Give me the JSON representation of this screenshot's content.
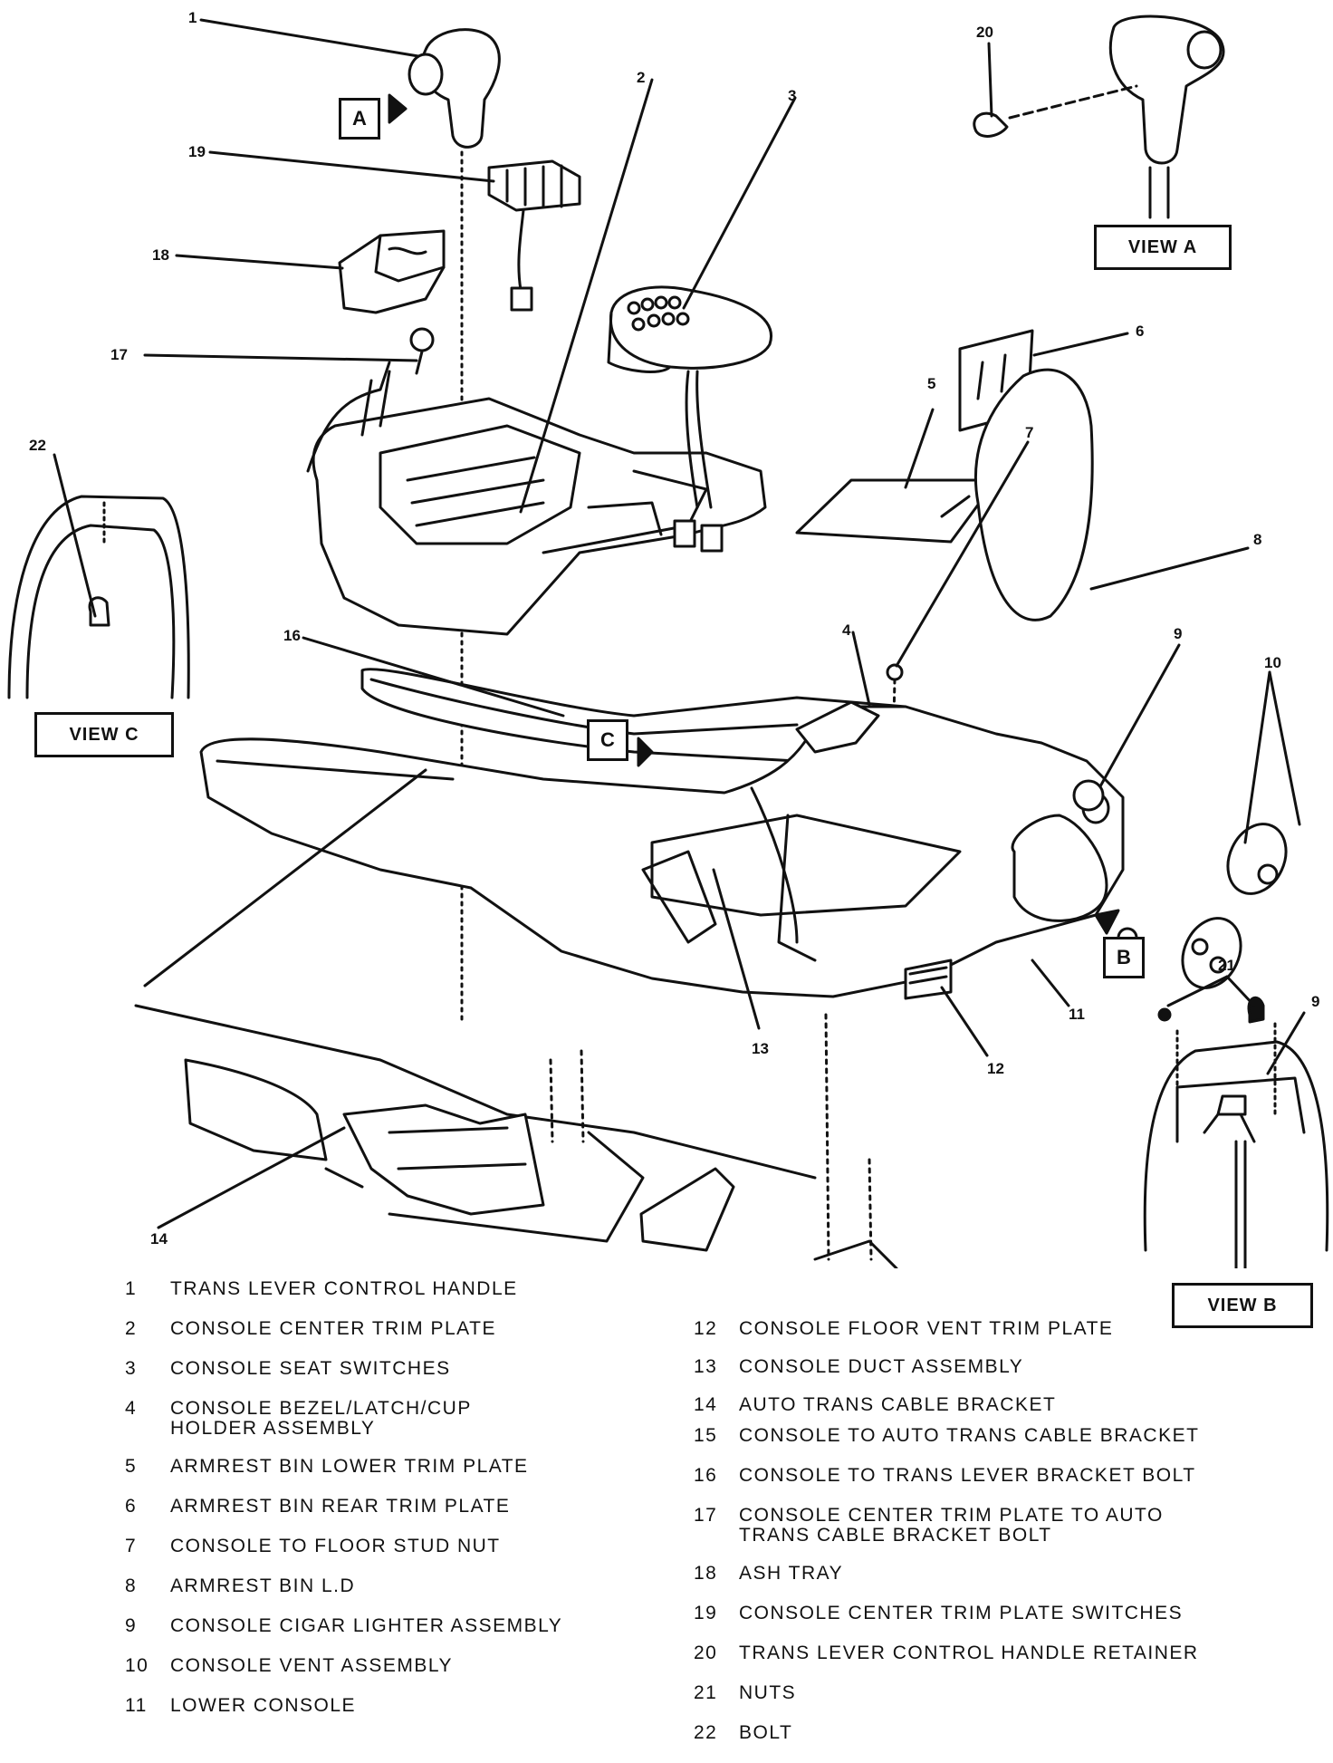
{
  "callouts": {
    "c1": "1",
    "c2": "2",
    "c3": "3",
    "c4": "4",
    "c5": "5",
    "c6": "6",
    "c7": "7",
    "c8": "8",
    "c9a": "9",
    "c9b": "9",
    "c10": "10",
    "c11": "11",
    "c12": "12",
    "c13": "13",
    "c14": "14",
    "c16": "16",
    "c17": "17",
    "c18": "18",
    "c19": "19",
    "c20": "20",
    "c21": "21",
    "c22": "22"
  },
  "views": {
    "view_a": "VIEW A",
    "view_b": "VIEW B",
    "view_c": "VIEW C",
    "marker_a": "A",
    "marker_b": "B",
    "marker_c": "C"
  },
  "legend_left": [
    {
      "num": "1",
      "text": "TRANS LEVER CONTROL HANDLE"
    },
    {
      "num": "2",
      "text": "CONSOLE CENTER TRIM PLATE"
    },
    {
      "num": "3",
      "text": "CONSOLE SEAT SWITCHES"
    },
    {
      "num": "4",
      "text": "CONSOLE BEZEL/LATCH/CUP HOLDER ASSEMBLY"
    },
    {
      "num": "5",
      "text": "ARMREST BIN LOWER TRIM PLATE"
    },
    {
      "num": "6",
      "text": "ARMREST BIN REAR TRIM PLATE"
    },
    {
      "num": "7",
      "text": "CONSOLE TO FLOOR STUD NUT"
    },
    {
      "num": "8",
      "text": "ARMREST BIN L.D"
    },
    {
      "num": "9",
      "text": "CONSOLE CIGAR LIGHTER ASSEMBLY"
    },
    {
      "num": "10",
      "text": "CONSOLE VENT ASSEMBLY"
    },
    {
      "num": "11",
      "text": "LOWER CONSOLE"
    }
  ],
  "legend_right": [
    {
      "num": "12",
      "text": "CONSOLE FLOOR VENT TRIM PLATE"
    },
    {
      "num": "13",
      "text": "CONSOLE DUCT ASSEMBLY"
    },
    {
      "num": "14",
      "text": "AUTO TRANS CABLE BRACKET"
    },
    {
      "num": "15",
      "text": "CONSOLE TO AUTO TRANS CABLE BRACKET"
    },
    {
      "num": "16",
      "text": "CONSOLE TO TRANS LEVER BRACKET BOLT"
    },
    {
      "num": "17",
      "text": "CONSOLE CENTER TRIM PLATE TO AUTO TRANS CABLE BRACKET BOLT"
    },
    {
      "num": "18",
      "text": "ASH TRAY"
    },
    {
      "num": "19",
      "text": "CONSOLE CENTER TRIM PLATE SWITCHES"
    },
    {
      "num": "20",
      "text": "TRANS LEVER CONTROL HANDLE RETAINER"
    },
    {
      "num": "21",
      "text": "NUTS"
    },
    {
      "num": "22",
      "text": "BOLT"
    }
  ]
}
